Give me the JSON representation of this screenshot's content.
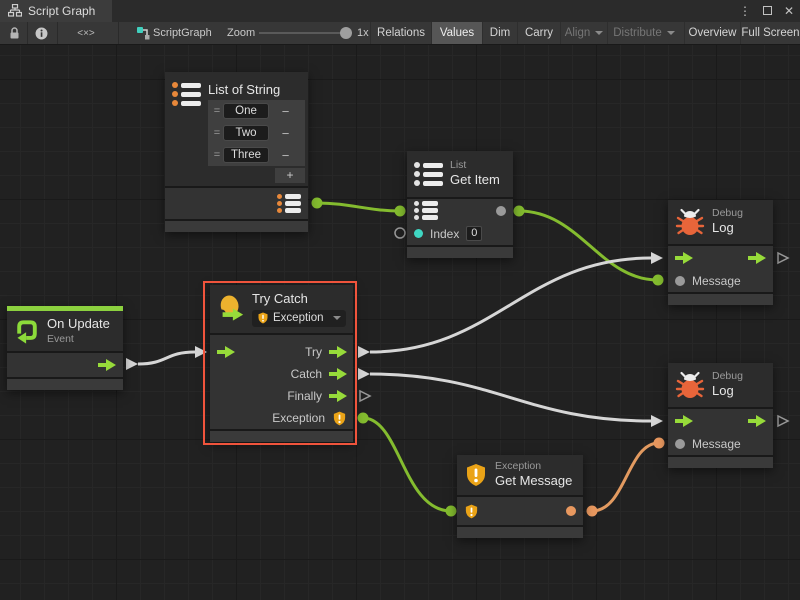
{
  "window": {
    "title": "Script Graph"
  },
  "toolbar": {
    "code_icon": "<×>",
    "graph_name": "ScriptGraph",
    "zoom_label": "Zoom",
    "zoom_value": "1x",
    "buttons": [
      {
        "label": "Relations",
        "state": "normal"
      },
      {
        "label": "Values",
        "state": "active"
      },
      {
        "label": "Dim",
        "state": "normal"
      },
      {
        "label": "Carry",
        "state": "normal"
      },
      {
        "label": "Align",
        "state": "disabled",
        "caret": true
      },
      {
        "label": "Distribute",
        "state": "disabled",
        "caret": true
      },
      {
        "label": "Overview",
        "state": "normal"
      },
      {
        "label": "Full Screen",
        "state": "normal"
      }
    ]
  },
  "nodes": {
    "list_of_string": {
      "title": "List of String",
      "handle": "=",
      "remove_label": "−",
      "add_label": "+",
      "items": [
        {
          "value": "One"
        },
        {
          "value": "Two"
        },
        {
          "value": "Three"
        }
      ]
    },
    "get_item": {
      "category": "List",
      "title": "Get Item",
      "index_label": "Index",
      "index_value": "0"
    },
    "debug_log_top": {
      "category": "Debug",
      "title": "Log",
      "message_label": "Message"
    },
    "debug_log_bottom": {
      "category": "Debug",
      "title": "Log",
      "message_label": "Message"
    },
    "try_catch": {
      "title": "Try Catch",
      "dropdown_value": "Exception",
      "ports": {
        "try": "Try",
        "catch": "Catch",
        "finally": "Finally",
        "exception": "Exception"
      },
      "selected": true
    },
    "on_update": {
      "title": "On Update",
      "category": "Event"
    },
    "get_message": {
      "category": "Exception",
      "title": "Get Message"
    }
  },
  "connections": [
    {
      "from": "list-of-string.output",
      "to": "get-item.list",
      "kind": "value",
      "color": "green"
    },
    {
      "from": "get-item.item",
      "to": "debug-log-top.message",
      "kind": "value",
      "color": "green"
    },
    {
      "from": "on-update.trigger",
      "to": "try-catch.enter",
      "kind": "flow",
      "color": "white"
    },
    {
      "from": "try-catch.try",
      "to": "debug-log-top.enter",
      "kind": "flow",
      "color": "white"
    },
    {
      "from": "try-catch.catch",
      "to": "debug-log-bottom.enter",
      "kind": "flow",
      "color": "white"
    },
    {
      "from": "try-catch.exception",
      "to": "get-message.instance",
      "kind": "value",
      "color": "green"
    },
    {
      "from": "get-message.result",
      "to": "debug-log-bottom.message",
      "kind": "value",
      "color": "orange"
    }
  ],
  "colors": {
    "port_green": "#97DB3A",
    "wire_green": "#84BC2F",
    "list_orange": "#E8883A",
    "bug_orange": "#E8653A",
    "warning_yellow": "#EAA317",
    "teal": "#3FD6C2",
    "selection_red": "#F0543C",
    "wire_white": "#D6D6D6",
    "wire_orange": "#E29A60"
  }
}
